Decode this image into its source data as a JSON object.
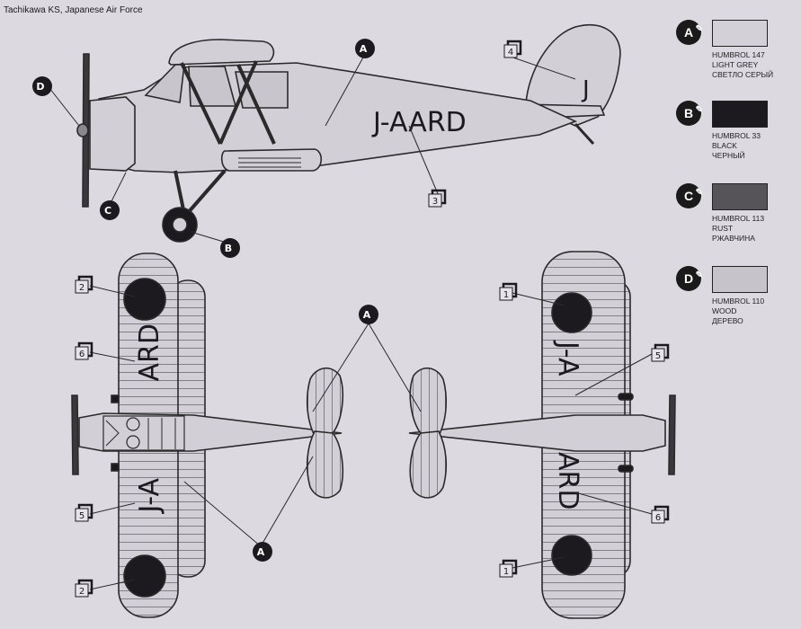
{
  "title": "Tachikawa KS, Japanese Air Force",
  "registration": "J-AARD",
  "fin_letter": "J",
  "wing_text": {
    "left_top": "J-A",
    "left_bottom": "ARD",
    "right_top": "J-A",
    "right_bottom": "ARD"
  },
  "callouts": {
    "paint": [
      "A",
      "B",
      "C",
      "D"
    ],
    "decals": [
      "1",
      "2",
      "3",
      "4",
      "5",
      "6"
    ]
  },
  "paints": [
    {
      "code": "A",
      "line1": "HUMBROL 147",
      "line2": "LIGHT GREY",
      "line3": "СВЕТЛО СЕРЫЙ",
      "color": "#d3d0d8"
    },
    {
      "code": "B",
      "line1": "HUMBROL 33",
      "line2": "BLACK",
      "line3": "ЧЕРНЫЙ",
      "color": "#1c1a1e"
    },
    {
      "code": "C",
      "line1": "HUMBROL 113",
      "line2": "RUST",
      "line3": "РЖАВЧИНА",
      "color": "#565359"
    },
    {
      "code": "D",
      "line1": "HUMBROL 110",
      "line2": "WOOD",
      "line3": "ДЕРЕВО",
      "color": "#c6c3cb"
    }
  ],
  "colors": {
    "sheet": "#dcd9e1",
    "line": "#2a2a2a",
    "aircraft_fill": "#d2cfd7",
    "black": "#1c1a1e"
  }
}
